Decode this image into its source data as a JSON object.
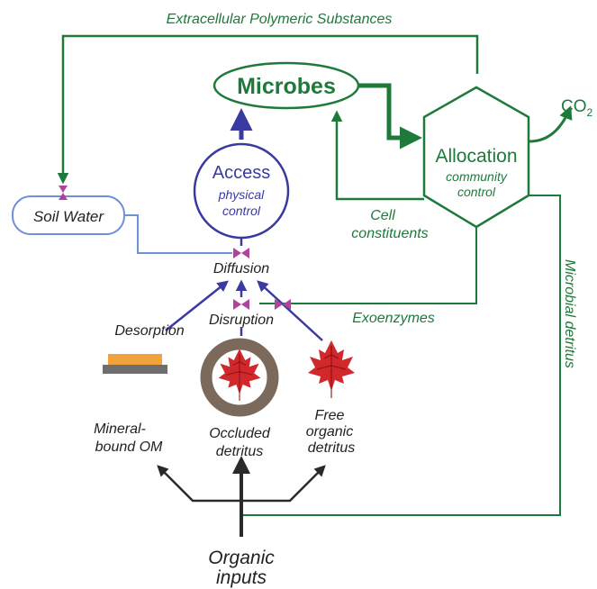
{
  "labels": {
    "eps": "Extracellular Polymeric Substances",
    "microbes": "Microbes",
    "co2_base": "CO",
    "co2_sub": "2",
    "allocation": "Allocation",
    "community_1": "community",
    "community_2": "control",
    "access": "Access",
    "physical_1": "physical",
    "physical_2": "control",
    "soil_water": "Soil Water",
    "cell_1": "Cell",
    "cell_2": "constituents",
    "diffusion": "Diffusion",
    "disruption": "Disruption",
    "desorption": "Desorption",
    "exoenzymes": "Exoenzymes",
    "microbial_detritus": "Microbial detritus",
    "mineral_1": "Mineral-",
    "mineral_2": "bound OM",
    "occluded_1": "Occluded",
    "occluded_2": "detritus",
    "free_1": "Free",
    "free_2": "organic",
    "free_3": "detritus",
    "inputs_1": "Organic",
    "inputs_2": "inputs"
  },
  "colors": {
    "green": "#1e7a3a",
    "blue": "#3a3aa0",
    "light_blue": "#6f8fd8",
    "valve": "#b0449a",
    "leaf": "#d1282b",
    "ring": "#7b6a5c",
    "mineral_top": "#f2a23a",
    "mineral_base": "#6e6e6e",
    "input_arrow": "#2a2a2a"
  }
}
